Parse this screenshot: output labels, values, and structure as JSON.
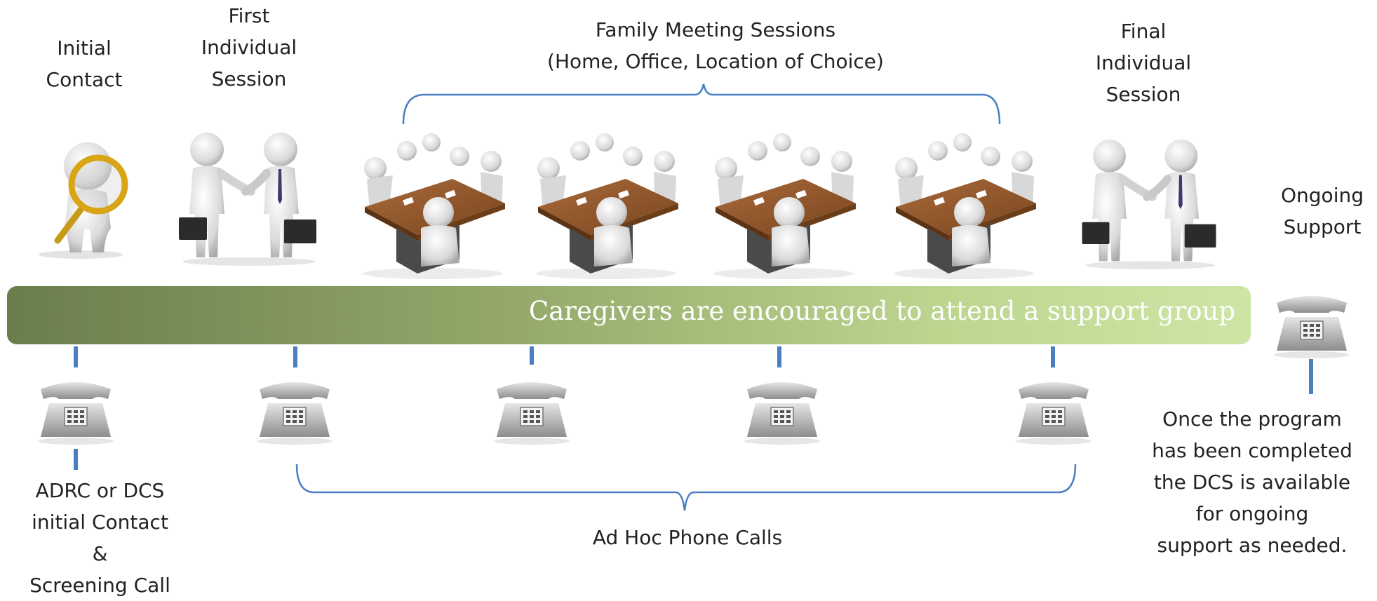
{
  "stages": {
    "initial_contact": [
      "Initial",
      "Contact"
    ],
    "first_individual": [
      "First",
      "Individual",
      "Session"
    ],
    "family_meetings": [
      "Family Meeting Sessions",
      "(Home, Office, Location of Choice)"
    ],
    "final_individual": [
      "Final",
      "Individual",
      "Session"
    ],
    "ongoing_support": [
      "Ongoing",
      "Support"
    ]
  },
  "banner": {
    "text": "Caregivers are encouraged to attend a support group"
  },
  "bottom": {
    "screening": [
      "ADRC or DCS",
      "initial Contact",
      "&",
      "Screening Call"
    ],
    "ad_hoc": "Ad Hoc Phone Calls",
    "ongoing_note": [
      "Once the program",
      "has been completed",
      "the DCS is available",
      "for ongoing",
      "support as needed."
    ]
  },
  "icons": {
    "magnifier": "person-with-magnifying-glass-icon",
    "handshake": "handshake-icon",
    "meeting": "meeting-table-icon",
    "phone": "telephone-icon"
  },
  "colors": {
    "accent": "#4a7fc1",
    "banner_start": "#6a7d4c",
    "banner_end": "#cde6a6",
    "banner_text": "#ffffff"
  }
}
